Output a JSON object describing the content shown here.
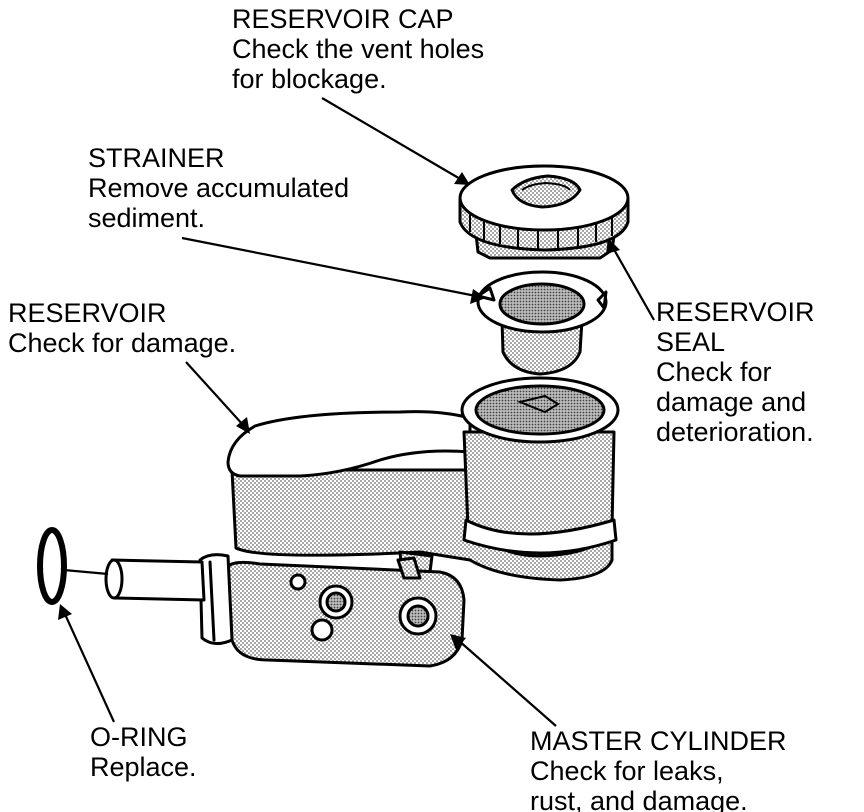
{
  "callouts": {
    "reservoir_cap": {
      "title": "RESERVOIR CAP",
      "lines": [
        "Check the vent holes",
        "for blockage."
      ]
    },
    "strainer": {
      "title": "STRAINER",
      "lines": [
        "Remove accumulated",
        "sediment."
      ]
    },
    "reservoir": {
      "title": "RESERVOIR",
      "lines": [
        "Check for damage."
      ]
    },
    "reservoir_seal": {
      "title": "RESERVOIR",
      "lines": [
        "SEAL",
        "Check for",
        "damage and",
        "deterioration."
      ]
    },
    "o_ring": {
      "title": "O-RING",
      "lines": [
        "Replace."
      ]
    },
    "master_cylinder": {
      "title": "MASTER CYLINDER",
      "lines": [
        "Check for leaks,",
        "rust, and damage."
      ]
    }
  }
}
